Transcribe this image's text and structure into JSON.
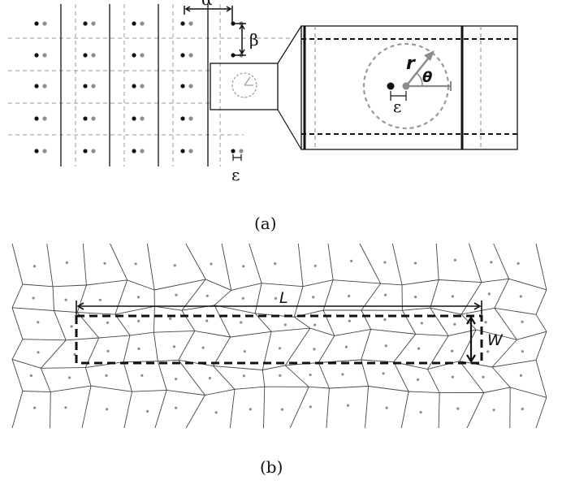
{
  "panel_a": {
    "caption": "(a)",
    "labels": {
      "alpha": "α",
      "beta": "β",
      "epsilon_lattice": "ε",
      "r": "r",
      "theta": "θ",
      "epsilon_zoom": "ε"
    }
  },
  "panel_b": {
    "caption": "(b)",
    "labels": {
      "length": "L",
      "width": "W"
    }
  },
  "colors": {
    "ink": "#111111",
    "gray": "#8c8c8c",
    "grid_dash": "#9a9a9a",
    "voronoi": "#444444"
  }
}
